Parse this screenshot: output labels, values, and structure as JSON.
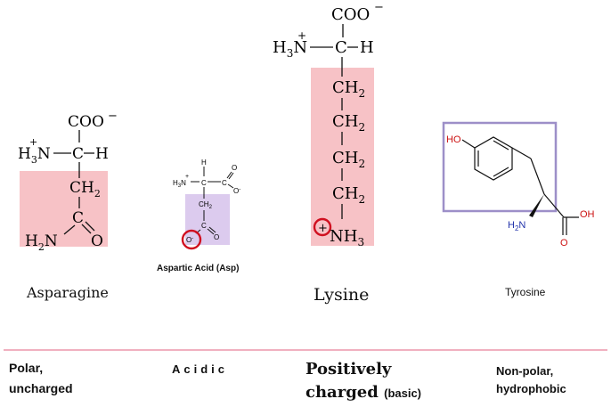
{
  "asparagine": {
    "name": "Asparagine",
    "coo": "COO",
    "coo_charge": "−",
    "amine_h3": "H",
    "amine_sub": "3",
    "amine_n": "N",
    "amine_plus": "+",
    "alpha_c": "C",
    "alpha_h": "H",
    "ch2_c": "CH",
    "ch2_sub": "2",
    "carbonyl_c": "C",
    "carbonyl_o": "O",
    "amide_h": "H",
    "amide_sub": "2",
    "amide_n": "N"
  },
  "aspartic": {
    "name": "Aspartic Acid (Asp)",
    "alpha_h": "H",
    "amine_h": "H",
    "amine_sub": "3",
    "amine_n": "N",
    "amine_plus": "+",
    "alpha_c": "C",
    "carboxyl_c": "C",
    "carboxyl_o": "O",
    "carboxyl_ominus": "O",
    "carboxyl_minus": "-",
    "ch2_c": "CH",
    "ch2_sub": "2",
    "side_c": "C",
    "side_o": "O",
    "side_ominus": "O",
    "side_minus": "-"
  },
  "lysine": {
    "name": "Lysine",
    "coo": "COO",
    "coo_charge": "−",
    "amine_h": "H",
    "amine_sub": "3",
    "amine_n": "N",
    "amine_plus": "+",
    "alpha_c": "C",
    "alpha_h": "H",
    "ch2_c": "CH",
    "ch2_sub": "2",
    "term_n": "NH",
    "term_sub": "3",
    "term_plus": "+"
  },
  "tyrosine": {
    "name": "Tyrosine",
    "ho": "HO",
    "oh": "OH",
    "o": "O",
    "h2n_h": "H",
    "h2n_sub": "2",
    "h2n_n": "N"
  },
  "categories": {
    "polar": "Polar,",
    "uncharged": "uncharged",
    "acidic": "Acidic",
    "positively": "Positively",
    "charged": "charged",
    "basic": "(basic)",
    "nonpolar": "Non-polar,",
    "hydrophobic": "hydrophobic"
  },
  "colors": {
    "highlight_pink": "#f7c2c6",
    "highlight_lavender": "#dccbee",
    "box_purple": "#9d8fc8",
    "circle_red": "#d01020",
    "oxygen_red": "#cc1111",
    "nitrogen_blue": "#2233aa",
    "divider_pink": "#f0b0c0"
  }
}
